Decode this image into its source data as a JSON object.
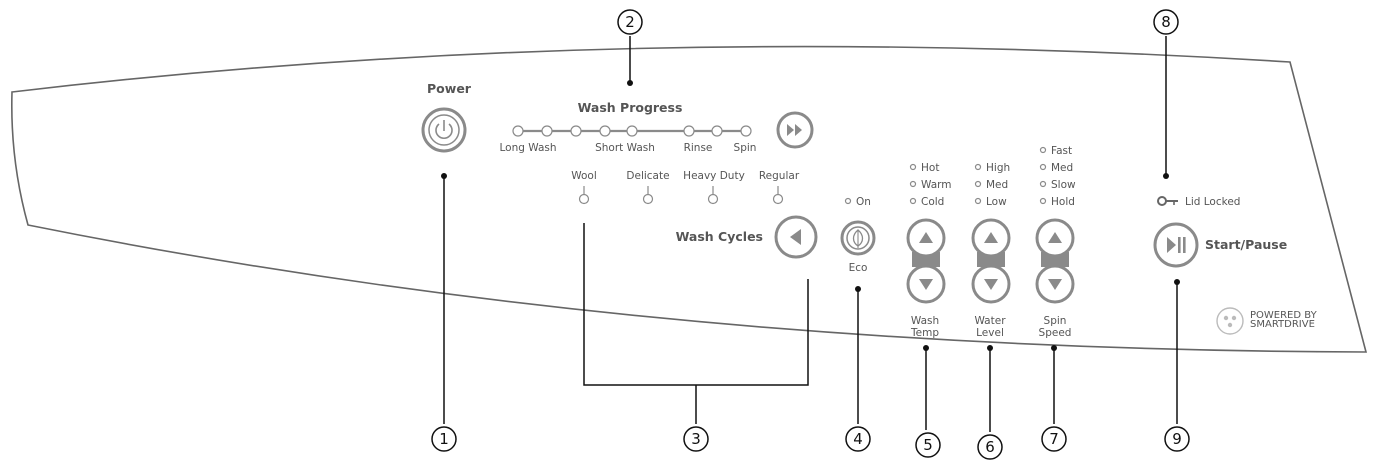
{
  "panel": {
    "power_label": "Power",
    "wash_progress_label": "Wash Progress",
    "progress_stages": [
      "Long Wash",
      "Short Wash",
      "Rinse",
      "Spin"
    ],
    "wash_cycles": [
      "Wool",
      "Delicate",
      "Heavy Duty",
      "Regular"
    ],
    "wash_cycles_label": "Wash Cycles",
    "eco_on_label": "On",
    "eco_label": "Eco",
    "wash_temp": {
      "options": [
        "Hot",
        "Warm",
        "Cold"
      ],
      "label_line1": "Wash",
      "label_line2": "Temp"
    },
    "water_level": {
      "options": [
        "High",
        "Med",
        "Low"
      ],
      "label_line1": "Water",
      "label_line2": "Level"
    },
    "spin_speed": {
      "options": [
        "Fast",
        "Med",
        "Slow",
        "Hold"
      ],
      "label_line1": "Spin",
      "label_line2": "Speed"
    },
    "lid_locked_label": "Lid Locked",
    "start_pause_label": "Start/Pause",
    "powered_by_line1": "POWERED BY",
    "powered_by_line2": "SMARTDRIVE"
  },
  "callouts": [
    "1",
    "2",
    "3",
    "4",
    "5",
    "6",
    "7",
    "8",
    "9"
  ],
  "icons": {
    "power": "power-icon",
    "skip": "fast-forward-icon",
    "cycle_select": "triangle-left-icon",
    "eco": "leaf-icon",
    "up": "triangle-up-icon",
    "down": "triangle-down-icon",
    "lid": "key-icon",
    "start_pause": "play-pause-icon"
  },
  "colors": {
    "ink": "#555555",
    "button_gray": "#8a8a8a",
    "callout": "#111111"
  }
}
